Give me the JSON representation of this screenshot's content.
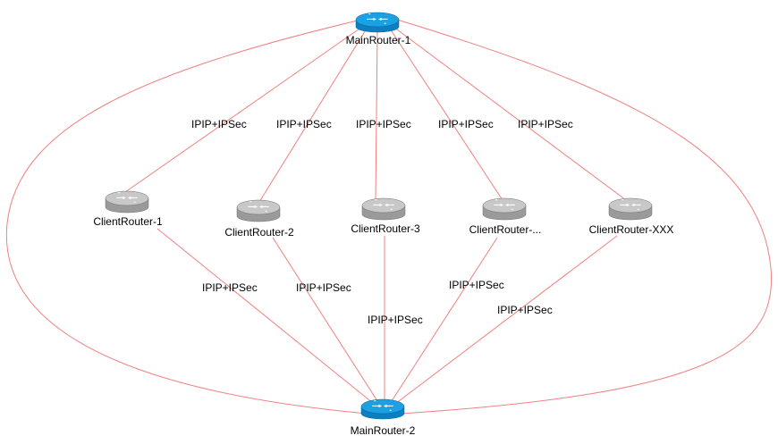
{
  "colors": {
    "link": "#f08080",
    "main_router_top": "#1ba1e2",
    "main_router_side": "#0b7fc2",
    "client_router_top": "#c8c8c8",
    "client_router_side": "#9a9a9a",
    "router_arrows": "#ffffff"
  },
  "icons": {
    "main_router": "router-icon",
    "client_router": "router-icon"
  },
  "nodes": {
    "main1": "MainRouter-1",
    "main2": "MainRouter-2",
    "client1": "ClientRouter-1",
    "client2": "ClientRouter-2",
    "client3": "ClientRouter-3",
    "client4": "ClientRouter-...",
    "client5": "ClientRouter-XXX"
  },
  "links": {
    "main1_client1": "IPIP+IPSec",
    "main1_client2": "IPIP+IPSec",
    "main1_client3": "IPIP+IPSec",
    "main1_client4": "IPIP+IPSec",
    "main1_client5": "IPIP+IPSec",
    "client1_main2": "IPIP+IPSec",
    "client2_main2": "IPIP+IPSec",
    "client3_main2": "IPIP+IPSec",
    "client4_main2": "IPIP+IPSec",
    "client5_main2": "IPIP+IPSec"
  }
}
